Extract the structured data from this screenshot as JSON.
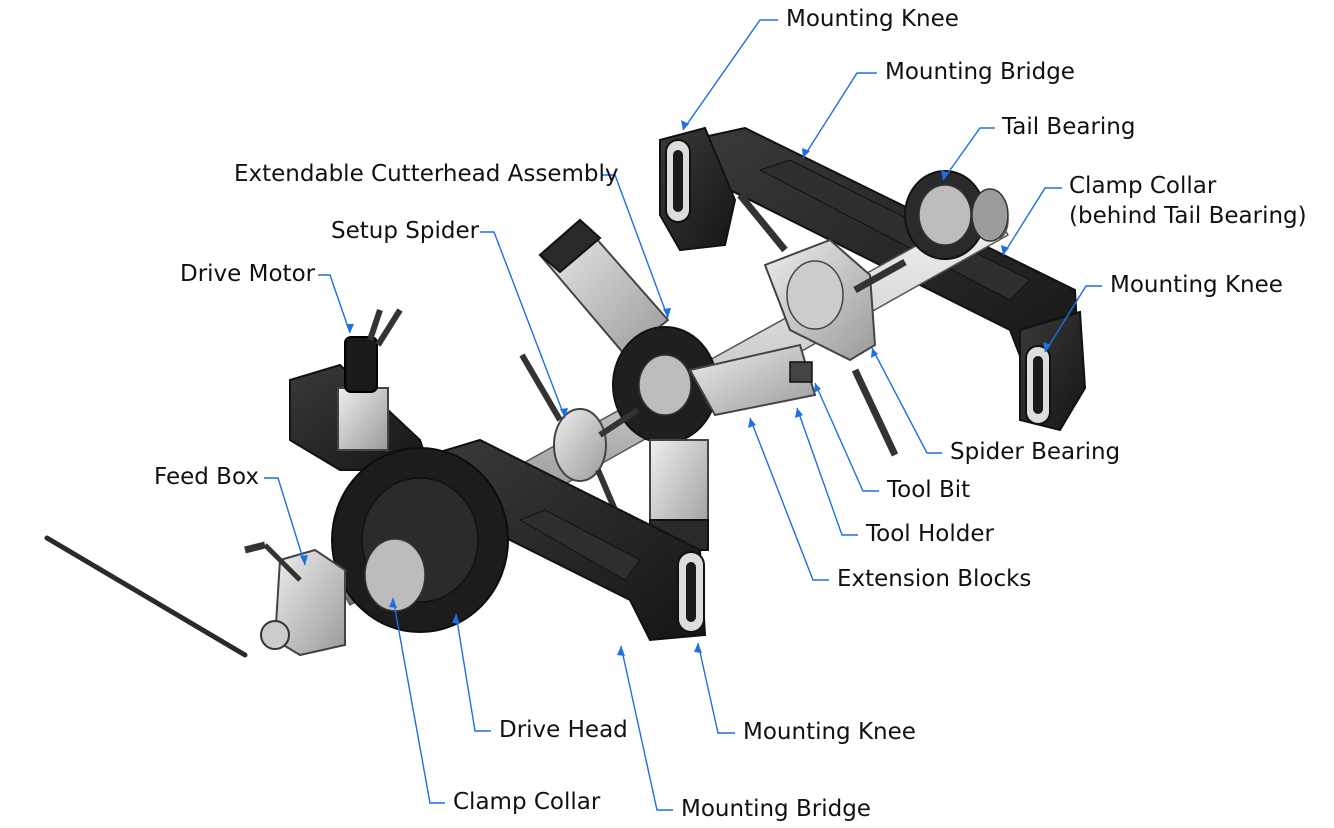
{
  "colors": {
    "leader_line": "#1f6fe0",
    "label_text": "#111111",
    "frame_dark": "#222222",
    "metal_light": "#d9d9d9",
    "metal_mid": "#a8a8a8"
  },
  "labels": {
    "mounting_knee_top": "Mounting Knee",
    "mounting_bridge_top": "Mounting Bridge",
    "tail_bearing": "Tail Bearing",
    "clamp_collar_right": "Clamp Collar\n(behind Tail Bearing)",
    "extendable_cutterhead": "Extendable Cutterhead Assembly",
    "setup_spider": "Setup Spider",
    "drive_motor": "Drive Motor",
    "mounting_knee_right": "Mounting Knee",
    "feed_box": "Feed Box",
    "spider_bearing": "Spider Bearing",
    "tool_bit": "Tool Bit",
    "tool_holder": "Tool Holder",
    "extension_blocks": "Extension Blocks",
    "drive_head": "Drive Head",
    "mounting_knee_bottom": "Mounting Knee",
    "clamp_collar_bottom": "Clamp Collar",
    "mounting_bridge_bottom": "Mounting Bridge"
  }
}
